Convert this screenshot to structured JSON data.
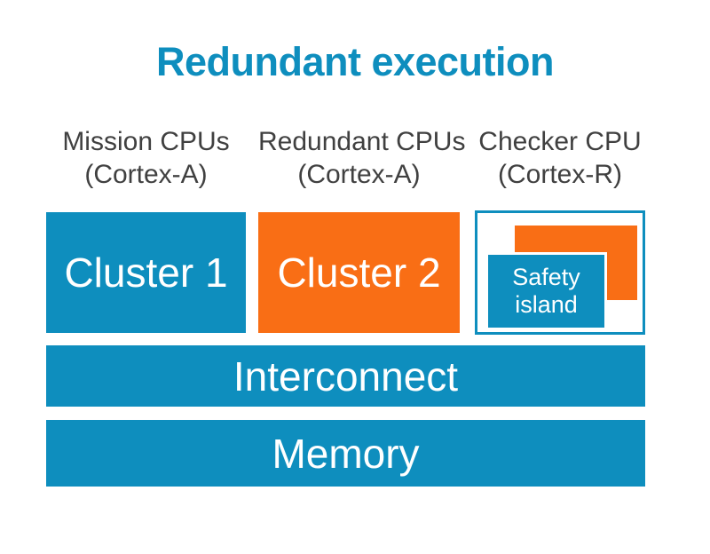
{
  "title": "Redundant execution",
  "columns": [
    {
      "label_line1": "Mission CPUs",
      "label_line2": "(Cortex-A)",
      "box_label": "Cluster 1"
    },
    {
      "label_line1": "Redundant CPUs",
      "label_line2": "(Cortex-A)",
      "box_label": "Cluster 2"
    },
    {
      "label_line1": "Checker CPU",
      "label_line2": "(Cortex-R)",
      "box_label": "Safety island"
    }
  ],
  "bars": {
    "interconnect_label": "Interconnect",
    "memory_label": "Memory"
  },
  "colors": {
    "teal": "#0E8EBE",
    "orange": "#F96E15",
    "label-gray": "#404040",
    "text-white": "#FFFFFF",
    "background": "#FFFFFF"
  }
}
